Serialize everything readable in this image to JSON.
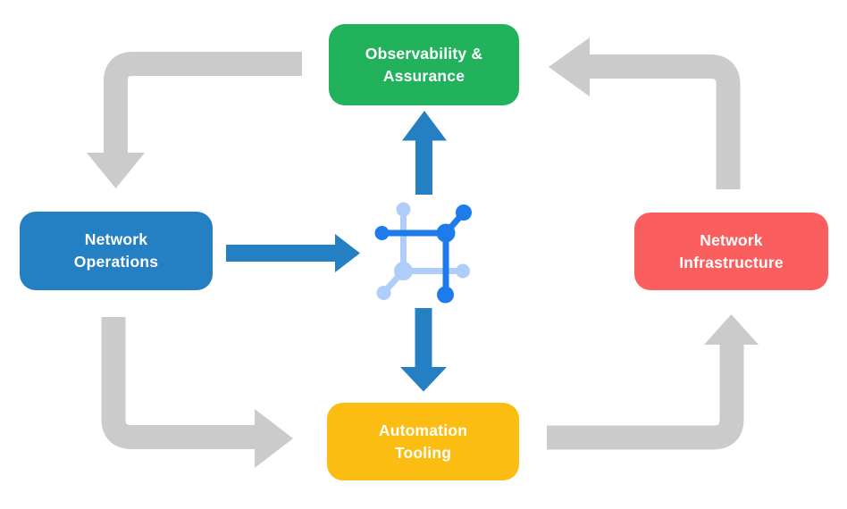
{
  "palette": {
    "background": "#ffffff",
    "node_observability": "#22b25c",
    "node_operations": "#2480c2",
    "node_infrastructure": "#fb5e5e",
    "node_automation": "#fcbd12",
    "cycle_arrow_gray": "#cbcbcb",
    "flow_arrow_blue": "#2480c2",
    "icon_dark_blue": "#1e7bec",
    "icon_light_blue": "#aecdf8",
    "label_text": "#ffffff"
  },
  "nodes": {
    "observability": {
      "label": "Observability & Assurance",
      "lines": [
        "Observability &",
        "Assurance"
      ]
    },
    "operations": {
      "label": "Network Operations",
      "lines": [
        "Network",
        "Operations"
      ]
    },
    "infrastructure": {
      "label": "Network Infrastructure",
      "lines": [
        "Network",
        "Infrastructure"
      ]
    },
    "automation": {
      "label": "Automation Tooling",
      "lines": [
        "Automation",
        "Tooling"
      ]
    }
  },
  "center_icon": "network-mesh-icon",
  "arrows": {
    "gray_cycle": [
      {
        "from": "observability",
        "to": "operations"
      },
      {
        "from": "operations",
        "to": "automation"
      },
      {
        "from": "automation",
        "to": "infrastructure"
      },
      {
        "from": "infrastructure",
        "to": "observability"
      }
    ],
    "blue_flows": [
      {
        "from": "operations",
        "to": "center_icon"
      },
      {
        "from": "center_icon",
        "to": "observability"
      },
      {
        "from": "center_icon",
        "to": "automation"
      }
    ]
  }
}
